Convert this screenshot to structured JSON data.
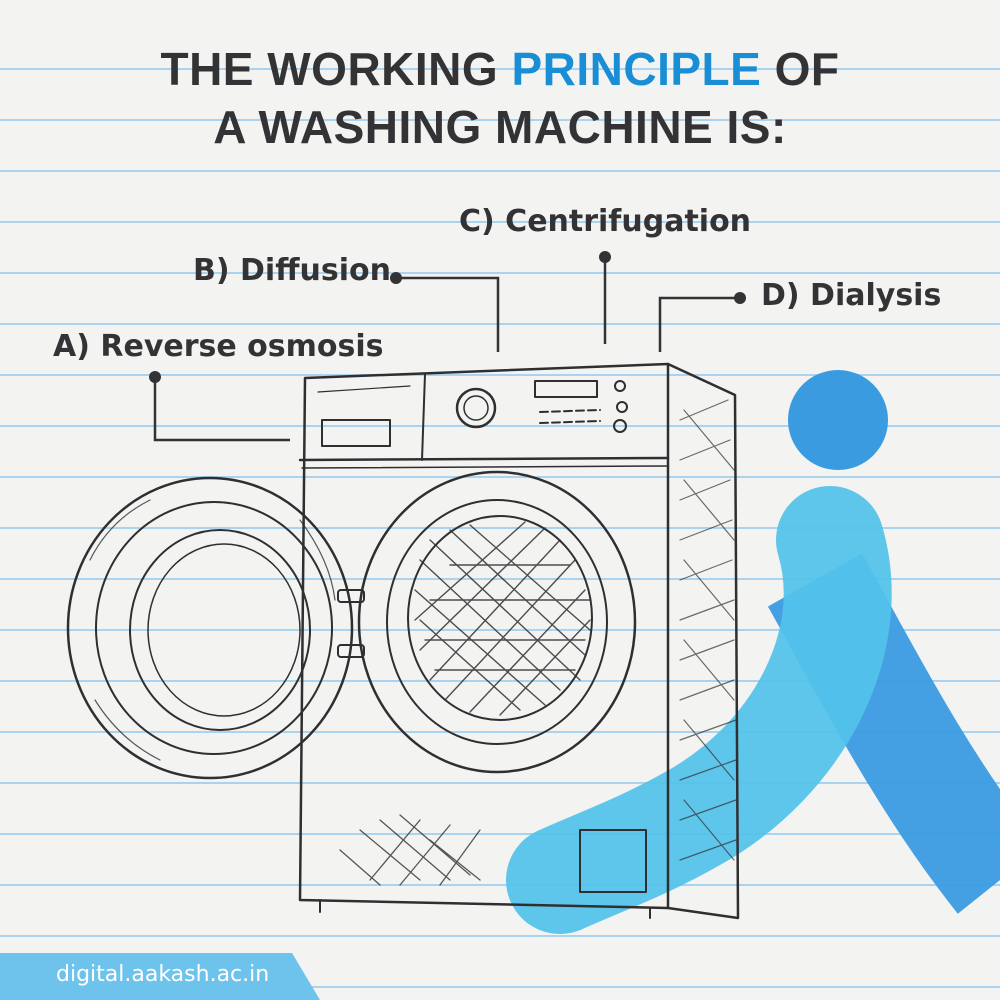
{
  "title": {
    "line1_pre": "THE WORKING ",
    "line1_accent": "PRINCIPLE",
    "line1_post": " OF",
    "line2": "A WASHING MACHINE IS:"
  },
  "options": [
    {
      "letter": "A",
      "text": "A) Reverse osmosis"
    },
    {
      "letter": "B",
      "text": "B) Diffusion"
    },
    {
      "letter": "C",
      "text": "C) Centrifugation"
    },
    {
      "letter": "D",
      "text": "D) Dialysis"
    }
  ],
  "footer": {
    "url": "digital.aakash.ac.in"
  },
  "colors": {
    "background": "#f3f3f1",
    "rule_lines": "#a9d3ee",
    "title_text": "#333335",
    "accent": "#1a8ed4",
    "logo_dark": "#3a9be0",
    "logo_light": "#52c2ea",
    "footer_bar": "#6dc3ec"
  },
  "icons": [
    "washing-machine-sketch",
    "brand-logo-mark"
  ]
}
